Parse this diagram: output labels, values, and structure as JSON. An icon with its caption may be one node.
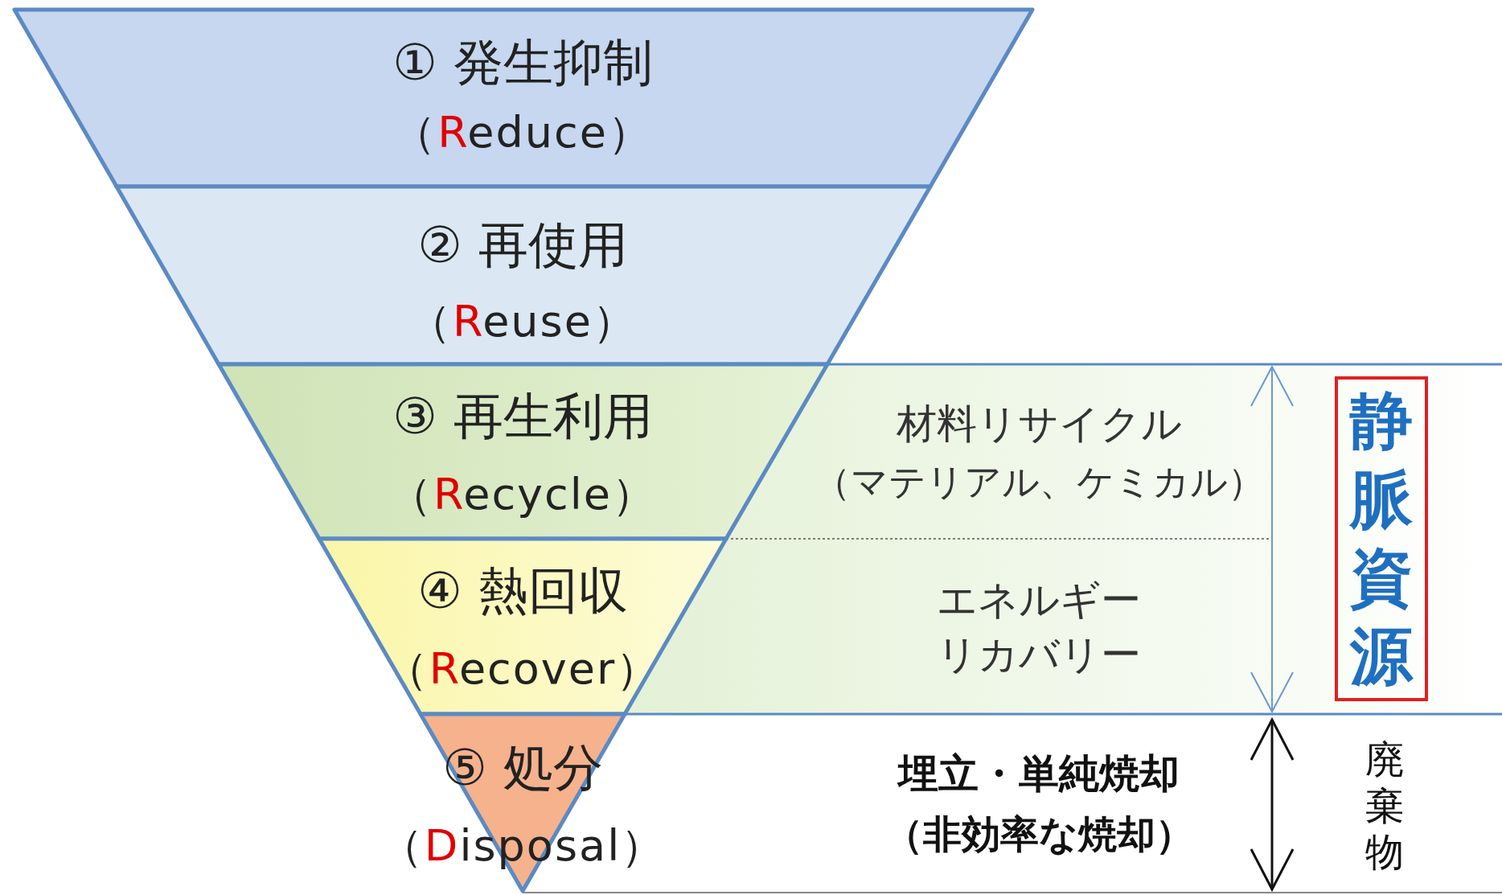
{
  "diagram": {
    "nodes": [
      {
        "text": [
          "① 発生抑制",
          "（Reduce）"
        ]
      },
      {
        "text": [
          "② 再使用",
          "（Reuse）"
        ]
      },
      {
        "text": [
          "③ 再生利用",
          "（Recycle）"
        ]
      },
      {
        "text": [
          "④ 熱回収",
          "（Recover）"
        ]
      },
      {
        "text": [
          "⑤ 処分",
          "（Disposal）"
        ]
      },
      {
        "text": [
          "静脈資源"
        ]
      }
    ],
    "edges": [],
    "labels": [
      "材料リサイクル",
      "（マテリアル、ケミカル）",
      "エネルギーリカバリー",
      "埋立・単純焼却",
      "（非効率な焼却）",
      "廃棄物"
    ]
  }
}
